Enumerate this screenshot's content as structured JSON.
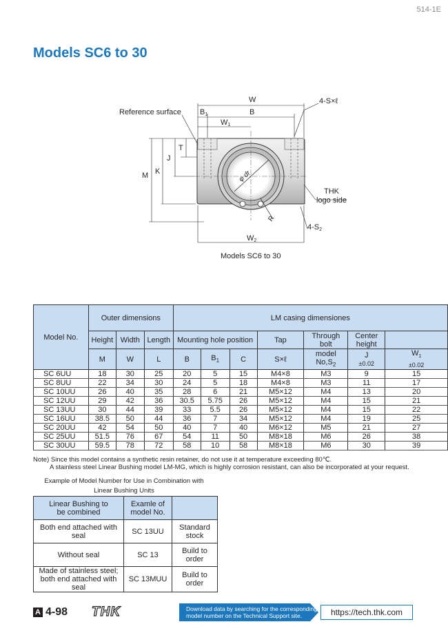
{
  "doc_code": "514-1E",
  "title": "Models SC6 to 30",
  "drawing": {
    "labels": {
      "W": "W",
      "S_l": "4-S×ℓ",
      "ref": "Reference surface",
      "B1": "B",
      "B1_sub": "1",
      "B": "B",
      "W1": "W",
      "W1_sub": "1",
      "T": "T",
      "J": "J",
      "M": "M",
      "K": "K",
      "dr": "φ dr",
      "R": "R",
      "thk": "THK",
      "logo_side": "logo side",
      "S2": "4-S",
      "S2_sub": "2",
      "W2": "W",
      "W2_sub": "2"
    },
    "caption": "Models SC6 to 30"
  },
  "spec_table": {
    "model_header": "Model No.",
    "outer_header": "Outer dimensions",
    "lm_header": "LM casing dimensiones",
    "col_names": [
      "Height",
      "Width",
      "Length",
      "Mounting hole position",
      "Tap",
      "Through bolt",
      "Center height"
    ],
    "col_symbols": {
      "M": "M",
      "W": "W",
      "L": "L",
      "B": "B",
      "B1": "B",
      "B1_sub": "1",
      "C": "C",
      "tap": "S×ℓ",
      "bolt": "model No,S",
      "bolt_sub": "2",
      "J": "J",
      "J_tol": "±0.02",
      "W1": "W",
      "W1_sub": "1",
      "W1_tol": "±0.02"
    },
    "rows": [
      [
        "SC 6UU",
        "18",
        "30",
        "25",
        "20",
        "5",
        "15",
        "M4×8",
        "M3",
        "9",
        "15"
      ],
      [
        "SC 8UU",
        "22",
        "34",
        "30",
        "24",
        "5",
        "18",
        "M4×8",
        "M3",
        "11",
        "17"
      ],
      [
        "SC 10UU",
        "26",
        "40",
        "35",
        "28",
        "6",
        "21",
        "M5×12",
        "M4",
        "13",
        "20"
      ],
      [
        "SC 12UU",
        "29",
        "42",
        "36",
        "30.5",
        "5.75",
        "26",
        "M5×12",
        "M4",
        "15",
        "21"
      ],
      [
        "SC 13UU",
        "30",
        "44",
        "39",
        "33",
        "5.5",
        "26",
        "M5×12",
        "M4",
        "15",
        "22"
      ],
      [
        "SC 16UU",
        "38.5",
        "50",
        "44",
        "36",
        "7",
        "34",
        "M5×12",
        "M4",
        "19",
        "25"
      ],
      [
        "SC 20UU",
        "42",
        "54",
        "50",
        "40",
        "7",
        "40",
        "M6×12",
        "M5",
        "21",
        "27"
      ],
      [
        "SC 25UU",
        "51.5",
        "76",
        "67",
        "54",
        "11",
        "50",
        "M8×18",
        "M6",
        "26",
        "38"
      ],
      [
        "SC 30UU",
        "59.5",
        "78",
        "72",
        "58",
        "10",
        "58",
        "M8×18",
        "M6",
        "30",
        "39"
      ]
    ]
  },
  "note": {
    "line1": "Note) Since this model contains a synthetic resin retainer, do not use it at temperature exceeding 80℃.",
    "line2": "A stainless steel Linear Bushing model LM-MG, which is highly corrosion resistant, can also be incorporated at your request."
  },
  "combo": {
    "caption_line1": "Example of Model Number for Use in Combination with",
    "caption_line2": "Linear Bushing Units",
    "header_col1": "Linear Bushing to be combined",
    "header_col2": "Examle of model No.",
    "rows": [
      [
        "Both end attached with seal",
        "SC 13UU",
        "Standard stock"
      ],
      [
        "Without seal",
        "SC 13",
        "Build to order"
      ],
      [
        "Made of stainless steel; both end attached with seal",
        "SC 13MUU",
        "Build to order"
      ]
    ]
  },
  "footer": {
    "badge": "A",
    "page": "4-98",
    "logo": "THK",
    "banner_line1": "Download data by searching for the corresponding",
    "banner_line2": "model number on the Technical Support site.",
    "url": "https://tech.thk.com"
  },
  "colors": {
    "title_blue": "#1d77bd",
    "header_blue": "#c8dcf2",
    "banner_blue": "#1d77bd"
  }
}
